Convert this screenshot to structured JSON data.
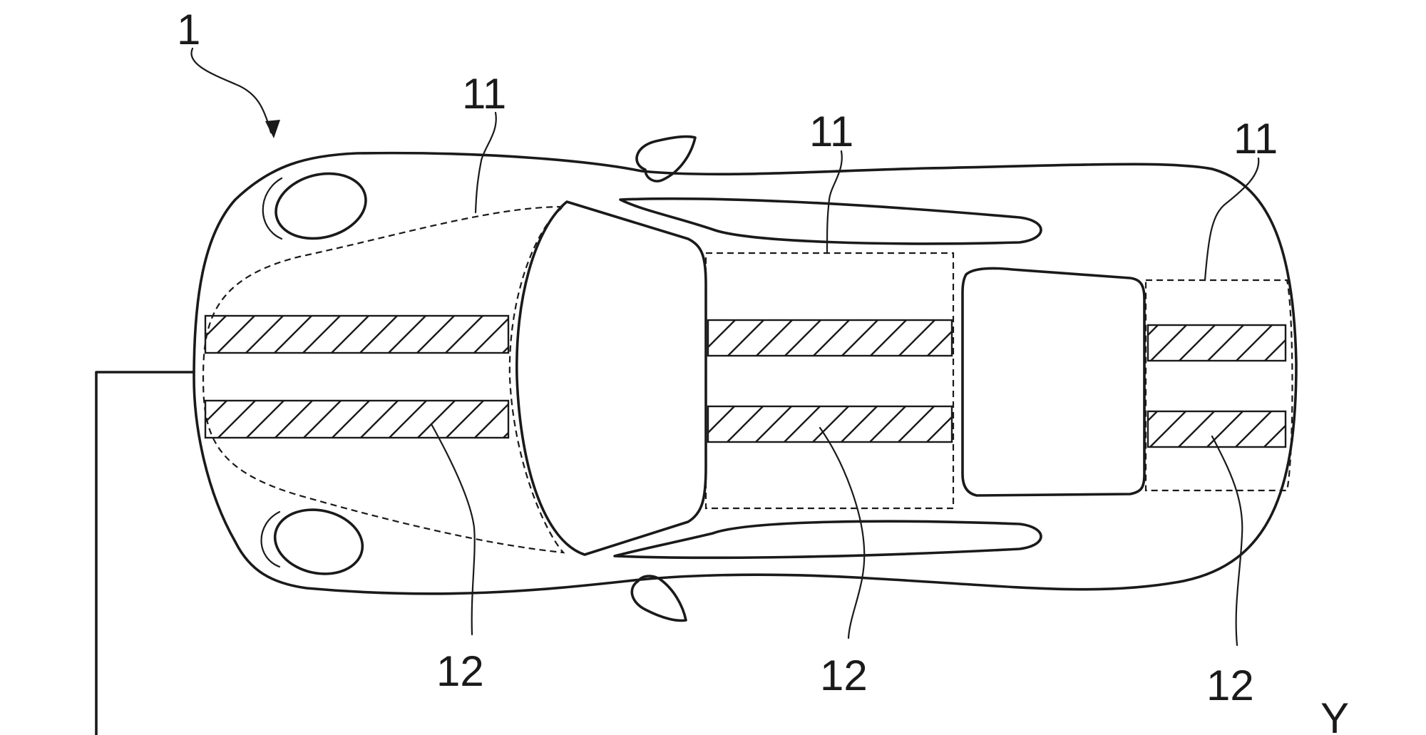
{
  "labels": {
    "figure_ref": "1",
    "film_top_a": "11",
    "film_top_b": "11",
    "film_top_c": "11",
    "film_bottom_a": "12",
    "film_bottom_b": "12",
    "film_bottom_c": "12",
    "axis": "Y"
  }
}
